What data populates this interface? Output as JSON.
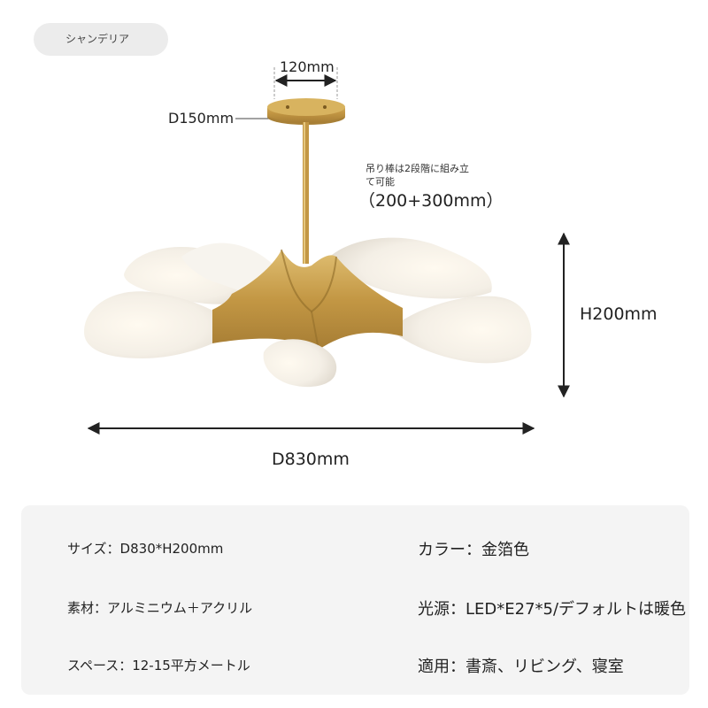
{
  "tag": {
    "label": "シャンデリア"
  },
  "dimensions": {
    "canopy_width": "120mm",
    "canopy_diameter": "D150mm",
    "rod_note_line1": "吊り棒は2段階に組み立",
    "rod_note_line2": "て可能",
    "rod_note_line3": "（200+300mm）",
    "height": "H200mm",
    "diameter": "D830mm"
  },
  "specs": {
    "size": "サイズ：D830*H200mm",
    "material": "素材：アルミニウム＋アクリル",
    "space": "スペース：12-15平方メートル",
    "color": "カラー：金箔色",
    "light_source": "光源：LED*E27*5/デフォルトは暖色",
    "usage": "適用：書斎、リビング、寝室"
  },
  "colors": {
    "gold": "#c9a14a",
    "shade": "#f3f0ea",
    "panel": "#f4f4f4"
  }
}
